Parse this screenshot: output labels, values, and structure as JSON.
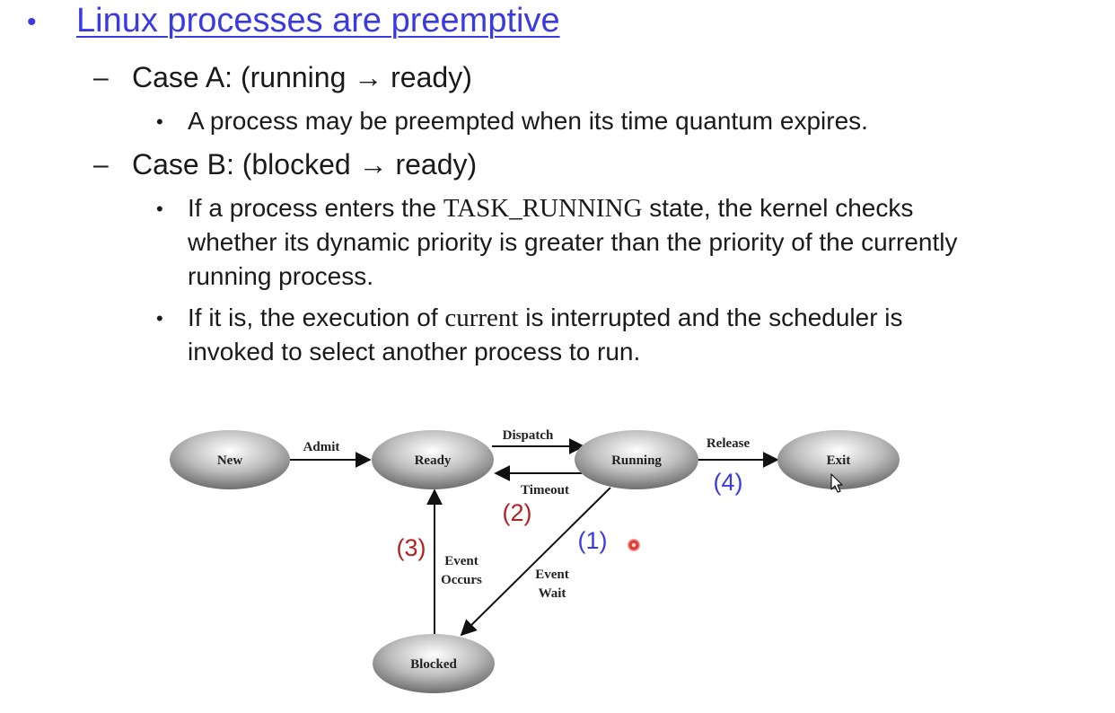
{
  "bullet_marker": "•",
  "title": "Linux processes are preemptive",
  "case_a": {
    "dash": "–",
    "heading": "Case A: (running → ready)",
    "bullets": [
      "A process may be preempted when its time quantum expires."
    ]
  },
  "case_b": {
    "dash": "–",
    "heading": "Case B: (blocked → ready)",
    "bullet1": {
      "pre": "If a process enters the ",
      "code": "TASK_RUNNING",
      "post": " state, the kernel checks",
      "line2": "whether its dynamic priority is greater than the priority of the currently",
      "line3": "running process."
    },
    "bullet2": {
      "pre": "If it is, the execution of ",
      "code": "current",
      "post": " is interrupted and the scheduler is",
      "line2": "invoked to select another process to run."
    }
  },
  "sub_bullet_marker": "•",
  "diagram": {
    "nodes": {
      "new": "New",
      "ready": "Ready",
      "running": "Running",
      "exit": "Exit",
      "blocked": "Blocked"
    },
    "edges": {
      "admit": "Admit",
      "dispatch": "Dispatch",
      "timeout": "Timeout",
      "release": "Release",
      "event_occurs_1": "Event",
      "event_occurs_2": "Occurs",
      "event_wait_1": "Event",
      "event_wait_2": "Wait"
    },
    "annotations": {
      "n1": "(1)",
      "n2": "(2)",
      "n3": "(3)",
      "n4": "(4)"
    }
  },
  "colors": {
    "title_blue": "#3a3ae0",
    "annotation_red": "#b22222",
    "laser_pointer": "#d9302c"
  }
}
